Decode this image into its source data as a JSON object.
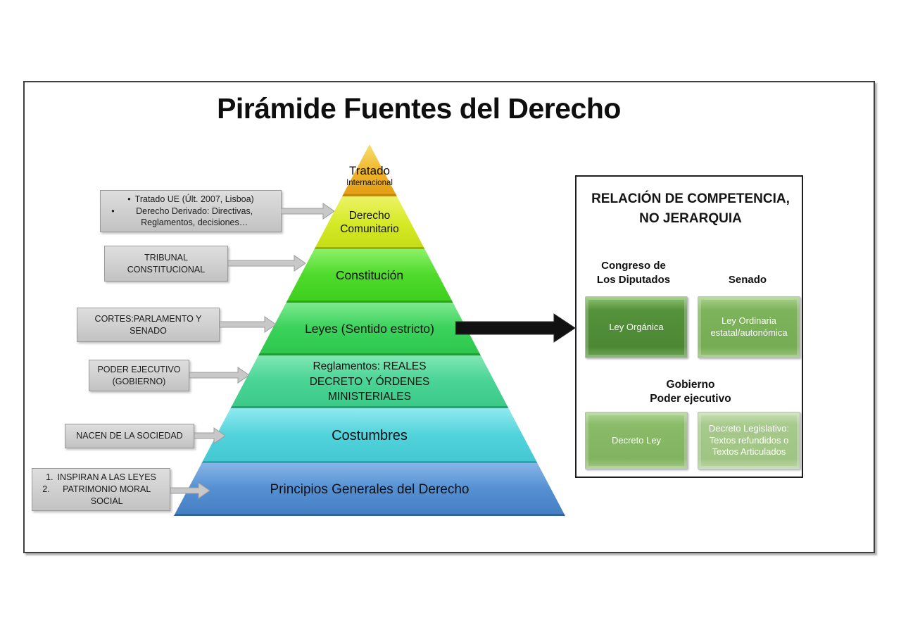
{
  "slide": {
    "title": "Pirámide Fuentes del Derecho"
  },
  "pyramid": {
    "levels": [
      {
        "name": "tratado-internacional",
        "label": "Tratado",
        "sublabel": "Internacional",
        "color": "#EFB62B"
      },
      {
        "name": "derecho-comunitario",
        "label": "Derecho\nComunitario",
        "color": "#D5E926"
      },
      {
        "name": "constitucion",
        "label": "Constitución",
        "color": "#4FDA2C"
      },
      {
        "name": "leyes-sentido-estricto",
        "label": "Leyes (Sentido estricto)",
        "color": "#3AD25B"
      },
      {
        "name": "reglamentos",
        "label": "Reglamentos: REALES\nDECRETO Y ÓRDENES\nMINISTERIALES",
        "color": "#4AD496"
      },
      {
        "name": "costumbres",
        "label": "Costumbres",
        "color": "#52D3DC"
      },
      {
        "name": "principios-generales",
        "label": "Principios Generales del Derecho",
        "color": "#5590D3"
      }
    ]
  },
  "callouts": [
    {
      "items": [
        {
          "marker": "•",
          "text": "Tratado UE (Últ. 2007, Lisboa)"
        },
        {
          "marker": "•",
          "text": "Derecho Derivado: Directivas, Reglamentos, decisiones…"
        }
      ]
    },
    {
      "text": "TRIBUNAL\nCONSTITUCIONAL"
    },
    {
      "text": "CORTES:PARLAMENTO Y\nSENADO"
    },
    {
      "text": "PODER EJECUTIVO\n(GOBIERNO)"
    },
    {
      "text": "NACEN DE LA SOCIEDAD"
    },
    {
      "items": [
        {
          "marker": "1.",
          "text": "INSPIRAN A LAS LEYES"
        },
        {
          "marker": "2.",
          "text": "PATRIMONIO MORAL SOCIAL"
        }
      ]
    }
  ],
  "panel": {
    "title": "RELACIÓN DE COMPETENCIA,\nNO JERARQUIA",
    "groups": [
      {
        "headers": [
          "Congreso de\nLos Diputados",
          "Senado"
        ],
        "boxes": [
          {
            "label": "Ley Orgánica",
            "color": "#4C8834"
          },
          {
            "label": "Ley Ordinaria\nestatal/autonómica",
            "color": "#76AC53"
          }
        ]
      },
      {
        "headers": [
          "Gobierno\nPoder ejecutivo"
        ],
        "boxes": [
          {
            "label": "Decreto Ley",
            "color": "#81B360"
          },
          {
            "label": "Decreto Legislativo:\nTextos refundidos o\nTextos Articulados",
            "color": "#A0C484"
          }
        ]
      }
    ]
  },
  "icons": {
    "callout_arrow": "right-block-arrow-grey",
    "emphasis_arrow": "right-block-arrow-black"
  },
  "colors": {
    "callout_fill": "#CFCFCF",
    "slide_border": "#3f3f3f",
    "panel_border": "#1d1d1d",
    "emphasis_arrow": "#111111"
  }
}
